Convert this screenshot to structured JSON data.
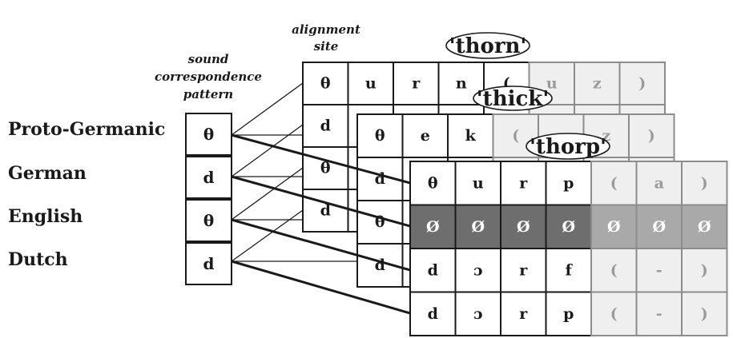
{
  "labels": {
    "alignment_site": [
      "alignment",
      "site"
    ],
    "sound_pattern": [
      "sound",
      "correspondence",
      "pattern"
    ]
  },
  "languages": [
    "Proto-Germanic",
    "German",
    "English",
    "Dutch"
  ],
  "pattern_column": [
    "θ",
    "d",
    "θ",
    "d"
  ],
  "tables": [
    {
      "word": "'thorn'",
      "rows": [
        [
          "θ",
          "u",
          "r",
          "n",
          "(",
          "u",
          "z",
          ")"
        ],
        [
          "d",
          "",
          "",
          "",
          "",
          "",
          "",
          ""
        ],
        [
          "θ",
          "",
          "",
          "",
          "",
          "",
          "",
          ""
        ],
        [
          "d",
          "",
          "",
          "",
          "",
          "",
          "",
          ""
        ]
      ]
    },
    {
      "word": "'thick'",
      "rows": [
        [
          "θ",
          "e",
          "k",
          "(",
          "",
          "z",
          ")"
        ],
        [
          "d",
          "",
          "",
          "",
          "",
          "",
          ""
        ],
        [
          "θ",
          "",
          "",
          "",
          "",
          "",
          ""
        ],
        [
          "d",
          "",
          "",
          "",
          "",
          "",
          ""
        ]
      ]
    },
    {
      "word": "'thorp'",
      "rows": [
        [
          "θ",
          "u",
          "r",
          "p",
          "(",
          "a",
          ")"
        ],
        [
          "Ø",
          "Ø",
          "Ø",
          "Ø",
          "Ø",
          "Ø",
          "Ø"
        ],
        [
          "d",
          "ɔ",
          "r",
          "f",
          "(",
          "-",
          ")"
        ],
        [
          "d",
          "ɔ",
          "r",
          "p",
          "(",
          "-",
          ")"
        ]
      ]
    }
  ],
  "colors": {
    "ink": "#1a1a1a",
    "grey_cell": "#efefef",
    "grey_text": "#9a9a9a",
    "dark_row": "#6e6e6e",
    "dark_row_grey": "#a9a9a9"
  }
}
